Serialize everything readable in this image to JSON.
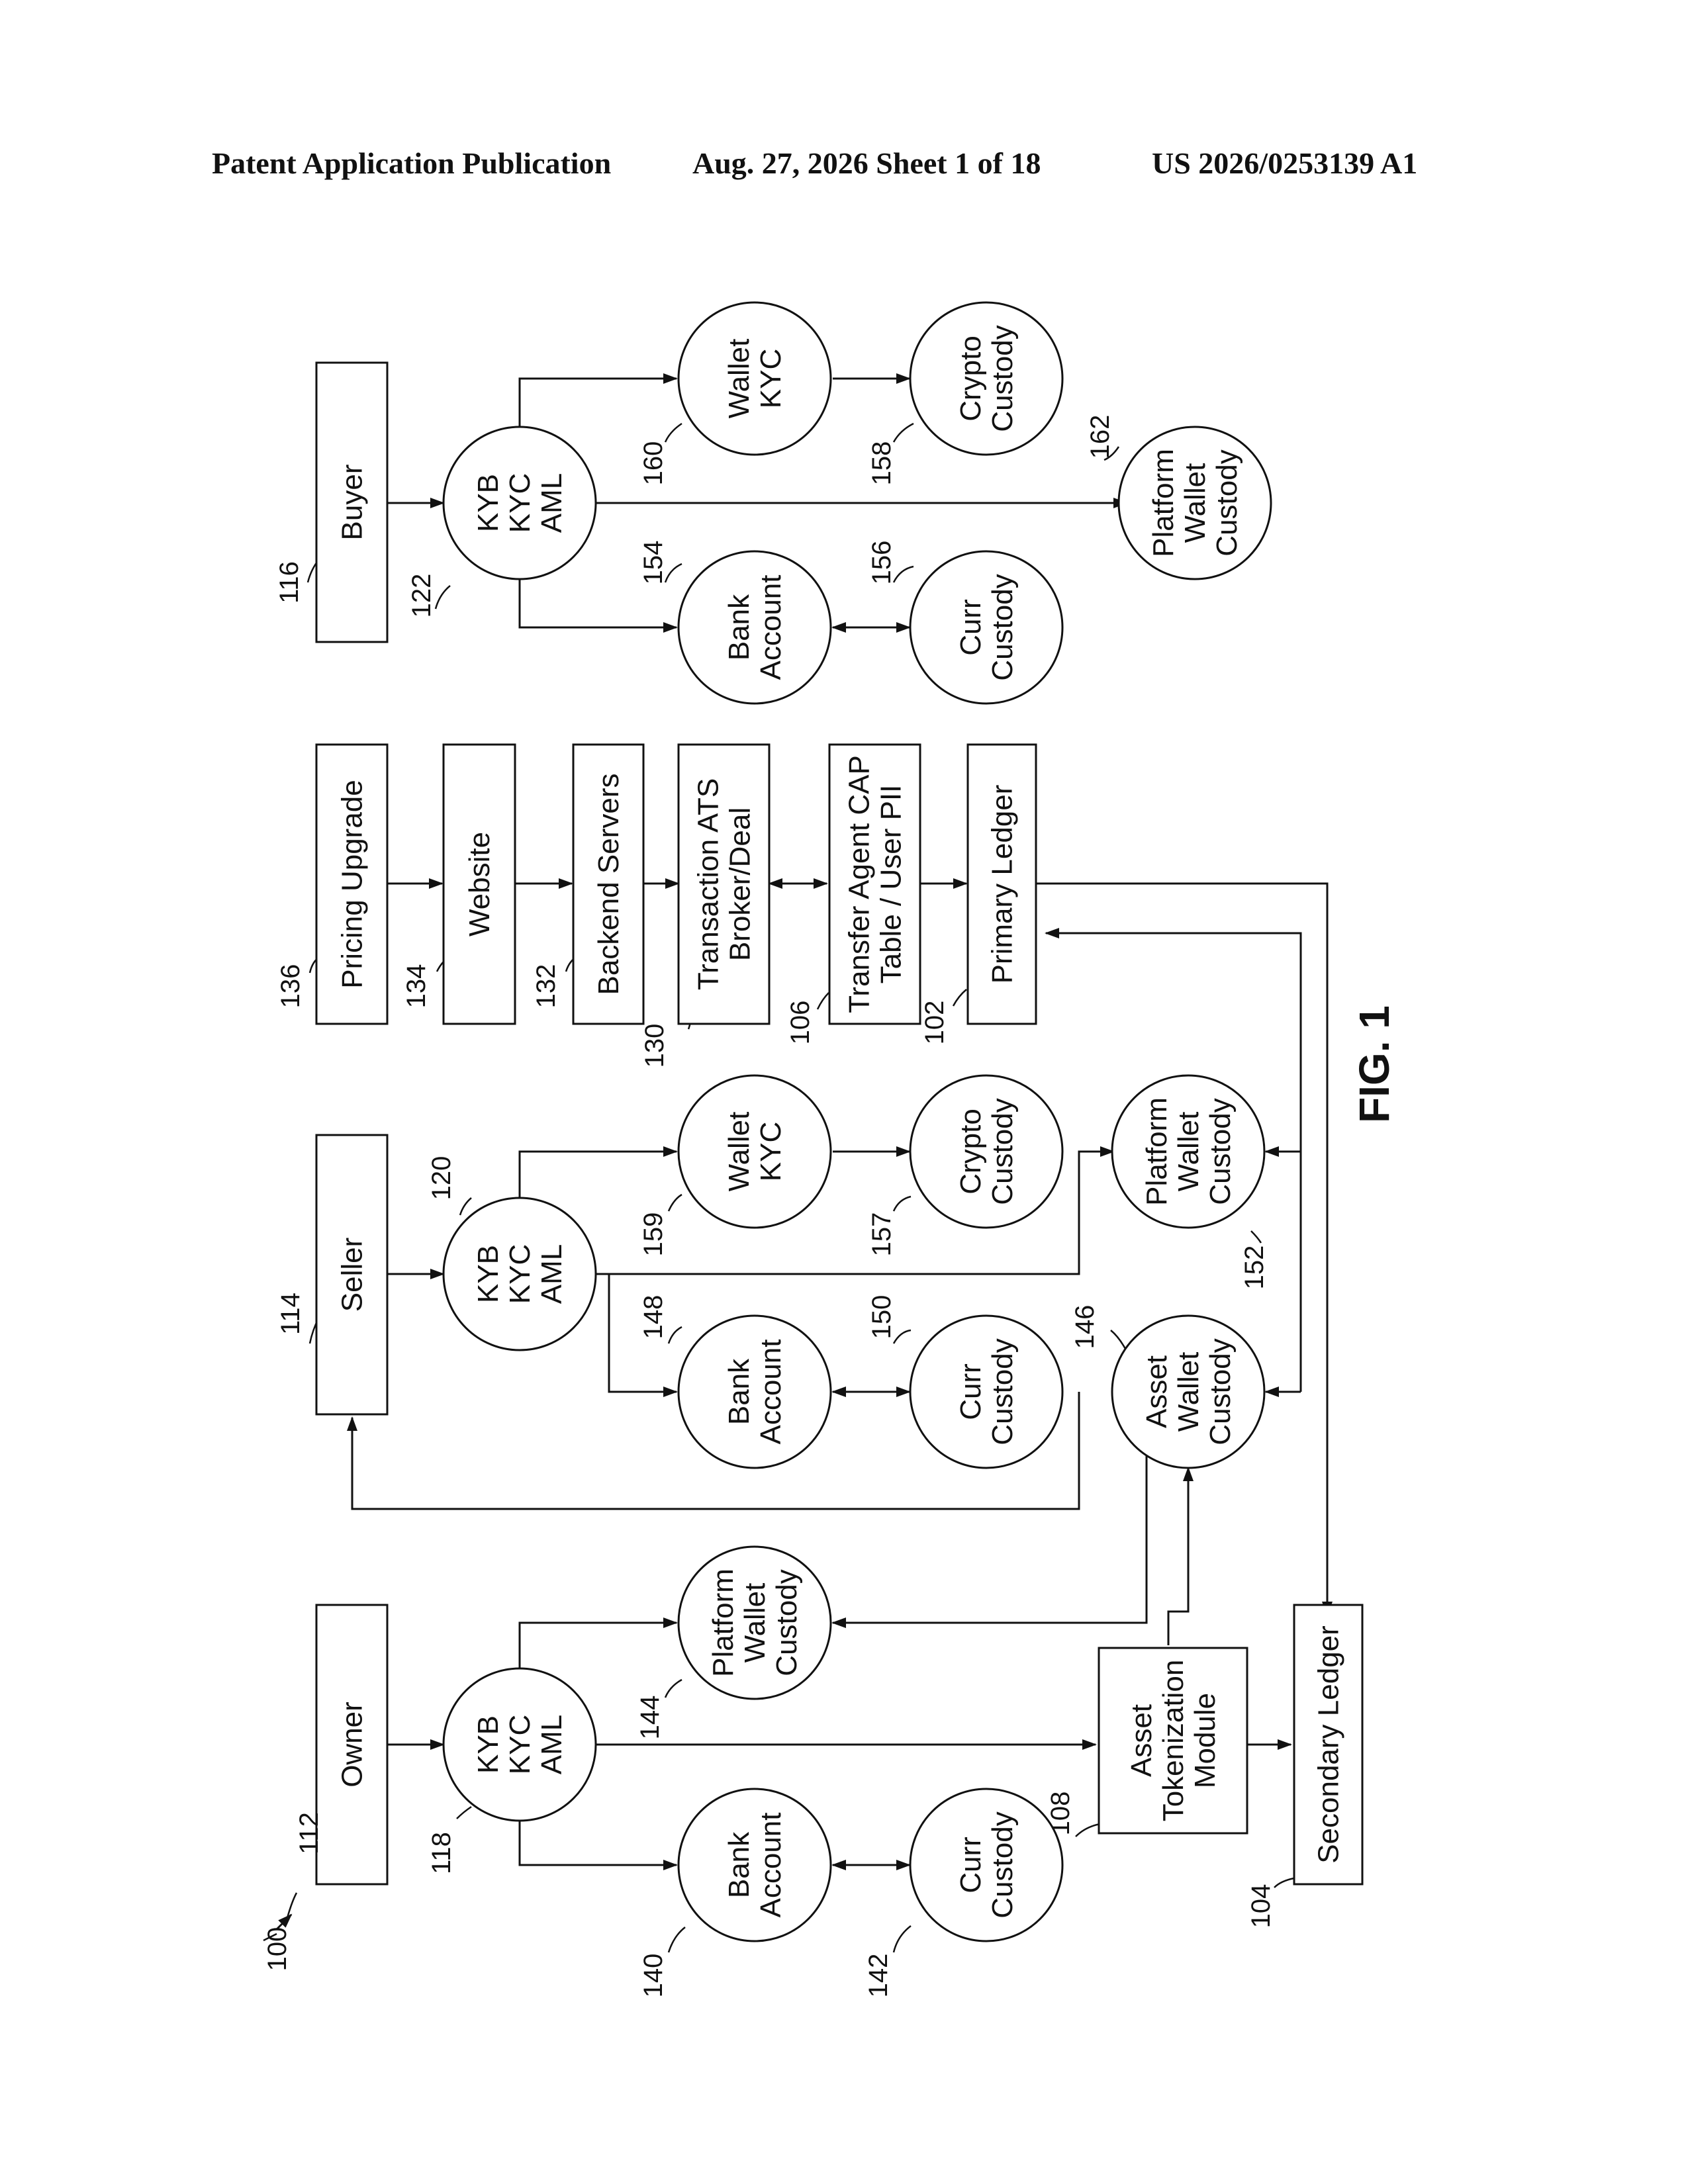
{
  "header": {
    "left": "Patent Application Publication",
    "middle": "Aug. 27, 2026  Sheet 1 of 18",
    "right": "US 2026/0253139 A1"
  },
  "figure_label": "FIG. 1",
  "system_ref": "100",
  "nodes": {
    "n112": {
      "ref": "112",
      "lines": [
        "Owner"
      ]
    },
    "n114": {
      "ref": "114",
      "lines": [
        "Seller"
      ]
    },
    "n116": {
      "ref": "116",
      "lines": [
        "Buyer"
      ]
    },
    "n136": {
      "ref": "136",
      "lines": [
        "Pricing Upgrade"
      ]
    },
    "n134": {
      "ref": "134",
      "lines": [
        "Website"
      ]
    },
    "n132": {
      "ref": "132",
      "lines": [
        "Backend Servers"
      ]
    },
    "n130": {
      "ref": "130",
      "lines": [
        "Transaction ATS",
        "Broker/Deal"
      ]
    },
    "n106": {
      "ref": "106",
      "lines": [
        "Transfer Agent CAP",
        "Table / User PII"
      ]
    },
    "n102": {
      "ref": "102",
      "lines": [
        "Primary Ledger"
      ]
    },
    "n108": {
      "ref": "108",
      "lines": [
        "Asset",
        "Tokenization",
        "Module"
      ]
    },
    "n104": {
      "ref": "104",
      "lines": [
        "Secondary Ledger"
      ]
    },
    "n118": {
      "ref": "118",
      "lines": [
        "KYB",
        "KYC",
        "AML"
      ]
    },
    "n120": {
      "ref": "120",
      "lines": [
        "KYB",
        "KYC",
        "AML"
      ]
    },
    "n122": {
      "ref": "122",
      "lines": [
        "KYB",
        "KYC",
        "AML"
      ]
    },
    "n140": {
      "ref": "140",
      "lines": [
        "Bank",
        "Account"
      ]
    },
    "n142": {
      "ref": "142",
      "lines": [
        "Curr",
        "Custody"
      ]
    },
    "n144": {
      "ref": "144",
      "lines": [
        "Platform",
        "Wallet",
        "Custody"
      ]
    },
    "n146": {
      "ref": "146",
      "lines": [
        "Asset",
        "Wallet",
        "Custody"
      ]
    },
    "n148": {
      "ref": "148",
      "lines": [
        "Bank",
        "Account"
      ]
    },
    "n150": {
      "ref": "150",
      "lines": [
        "Curr",
        "Custody"
      ]
    },
    "n152": {
      "ref": "152",
      "lines": [
        "Platform",
        "Wallet",
        "Custody"
      ]
    },
    "n157": {
      "ref": "157",
      "lines": [
        "Crypto",
        "Custody"
      ]
    },
    "n159": {
      "ref": "159",
      "lines": [
        "Wallet",
        "KYC"
      ]
    },
    "n154": {
      "ref": "154",
      "lines": [
        "Bank",
        "Account"
      ]
    },
    "n156": {
      "ref": "156",
      "lines": [
        "Curr",
        "Custody"
      ]
    },
    "n158": {
      "ref": "158",
      "lines": [
        "Crypto",
        "Custody"
      ]
    },
    "n160": {
      "ref": "160",
      "lines": [
        "Wallet",
        "KYC"
      ]
    },
    "n162": {
      "ref": "162",
      "lines": [
        "Platform",
        "Wallet",
        "Custody"
      ]
    }
  }
}
